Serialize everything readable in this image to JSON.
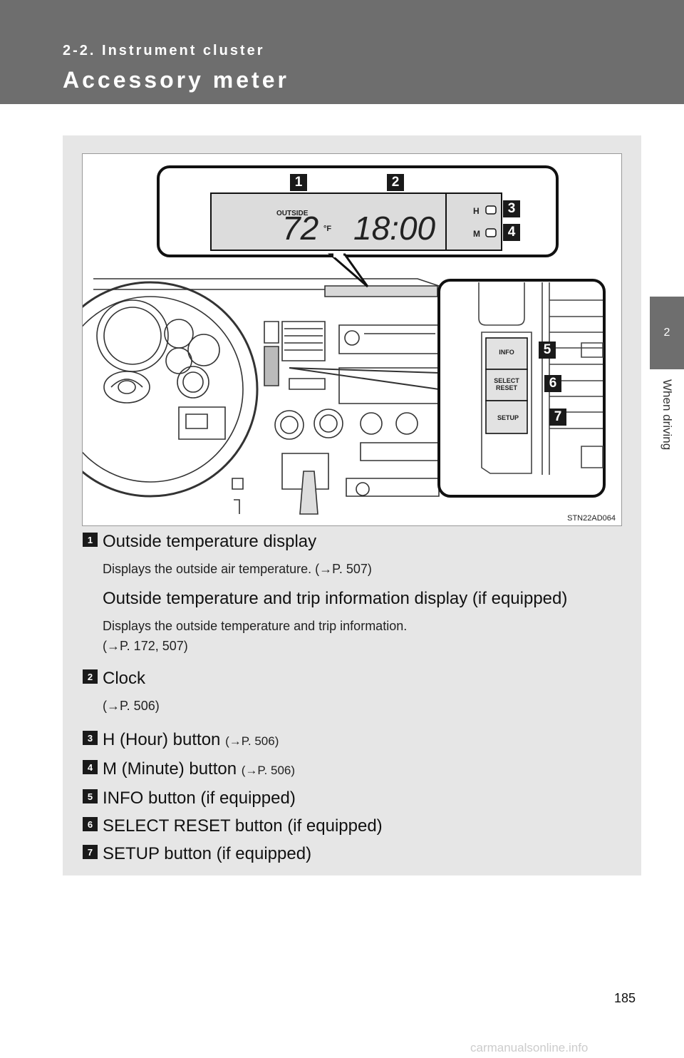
{
  "header": {
    "section": "2-2. Instrument cluster",
    "title": "Accessory meter"
  },
  "side_tab": {
    "chapter_number": "2",
    "chapter_title": "When driving"
  },
  "figure": {
    "code": "STN22AD064",
    "badges": [
      "1",
      "2",
      "3",
      "4",
      "5",
      "6",
      "7"
    ],
    "display": {
      "outside_label": "OUTSIDE",
      "temperature": "72",
      "unit": "°F",
      "time": "18:00",
      "hour_label": "H",
      "minute_label": "M"
    },
    "buttons": {
      "info": "INFO",
      "select_reset_line1": "SELECT",
      "select_reset_line2": "RESET",
      "setup": "SETUP"
    }
  },
  "items": [
    {
      "num": "1",
      "title": "Outside temperature display",
      "desc": "Displays the outside air temperature. (→P. 507)"
    },
    {
      "title": "Outside temperature and trip information display (if equipped)",
      "desc_line1": "Displays the outside temperature and trip information.",
      "desc_line2": "(→P. 172, 507)"
    },
    {
      "num": "2",
      "title": "Clock",
      "desc": "(→P. 506)"
    },
    {
      "num": "3",
      "title": "H (Hour) button",
      "ref": "(→P. 506)"
    },
    {
      "num": "4",
      "title": "M (Minute) button",
      "ref": "(→P. 506)"
    },
    {
      "num": "5",
      "title": "INFO button (if equipped)"
    },
    {
      "num": "6",
      "title": "SELECT RESET button (if equipped)"
    },
    {
      "num": "7",
      "title": "SETUP button (if equipped)"
    }
  ],
  "page_number": "185",
  "watermark": "carmanualsonline.info"
}
